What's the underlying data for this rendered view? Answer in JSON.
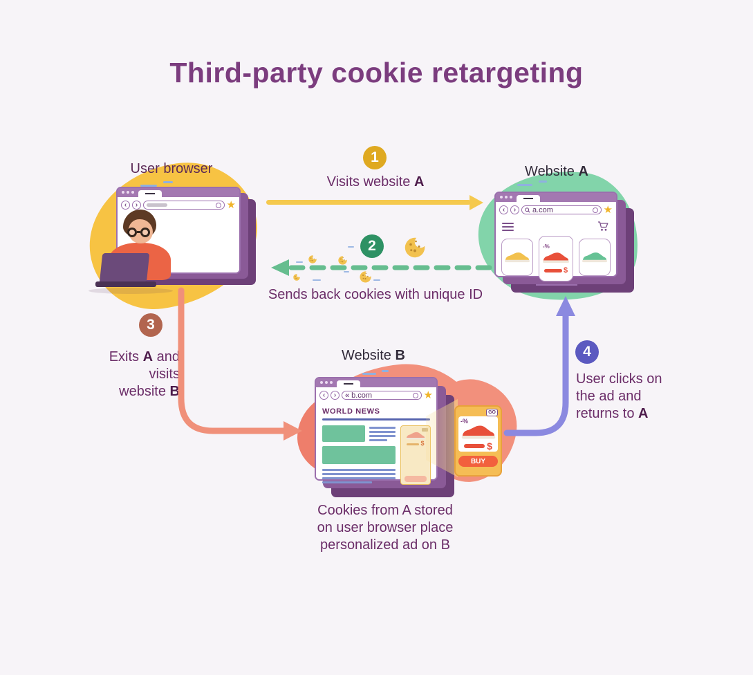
{
  "title": "Third-party cookie retargeting",
  "labels": {
    "user_browser": "User browser",
    "website_a_pre": "Website ",
    "website_a_bold": "A",
    "website_b_pre": "Website ",
    "website_b_bold": "B"
  },
  "steps": [
    {
      "number": "1",
      "text_pre": "Visits website ",
      "text_bold": "A"
    },
    {
      "number": "2",
      "text": "Sends back cookies with unique ID"
    },
    {
      "number": "3",
      "line1_pre": "Exits ",
      "line1_bold": "A",
      "line1_post": " and",
      "line2": "visits",
      "line3_pre": "website ",
      "line3_bold": "B"
    },
    {
      "number": "4",
      "line1": "User clicks on",
      "line2": "the ad and",
      "line3_pre": "returns to ",
      "line3_bold": "A"
    }
  ],
  "caption": {
    "line1": "Cookies from A stored",
    "line2": "on user browser place",
    "line3": "personalized ad on B"
  },
  "browser_a": {
    "url": "a.com",
    "card_discount": "-%",
    "card_currency": "$"
  },
  "browser_b": {
    "url": "b.com",
    "headline": "WORLD NEWS"
  },
  "ad_card": {
    "badge": "GO",
    "discount": "-%",
    "currency": "$",
    "buy_label": "BUY"
  },
  "icons": {
    "back": "‹",
    "forward": "›",
    "star": "★",
    "site": "«"
  },
  "colors": {
    "background": "#f7f4f8",
    "title": "#7b3c7e",
    "text": "#6b2d68",
    "step1_badge": "#dfa921",
    "step2_badge": "#2e9164",
    "step3_badge": "#b2654f",
    "step4_badge": "#5b59c0",
    "arrow_yellow": "#f5c94e",
    "arrow_green": "#66bd8f",
    "arrow_coral": "#f0907a",
    "arrow_purple": "#8b89e0",
    "browser_chrome": "#a378b1",
    "blob_yellow": "#f7c343",
    "blob_green": "#82d4aa",
    "blob_coral": "#f2907c",
    "ad_red": "#e8503a",
    "news_green": "#6fc29c",
    "buy_button": "#f2603d"
  }
}
